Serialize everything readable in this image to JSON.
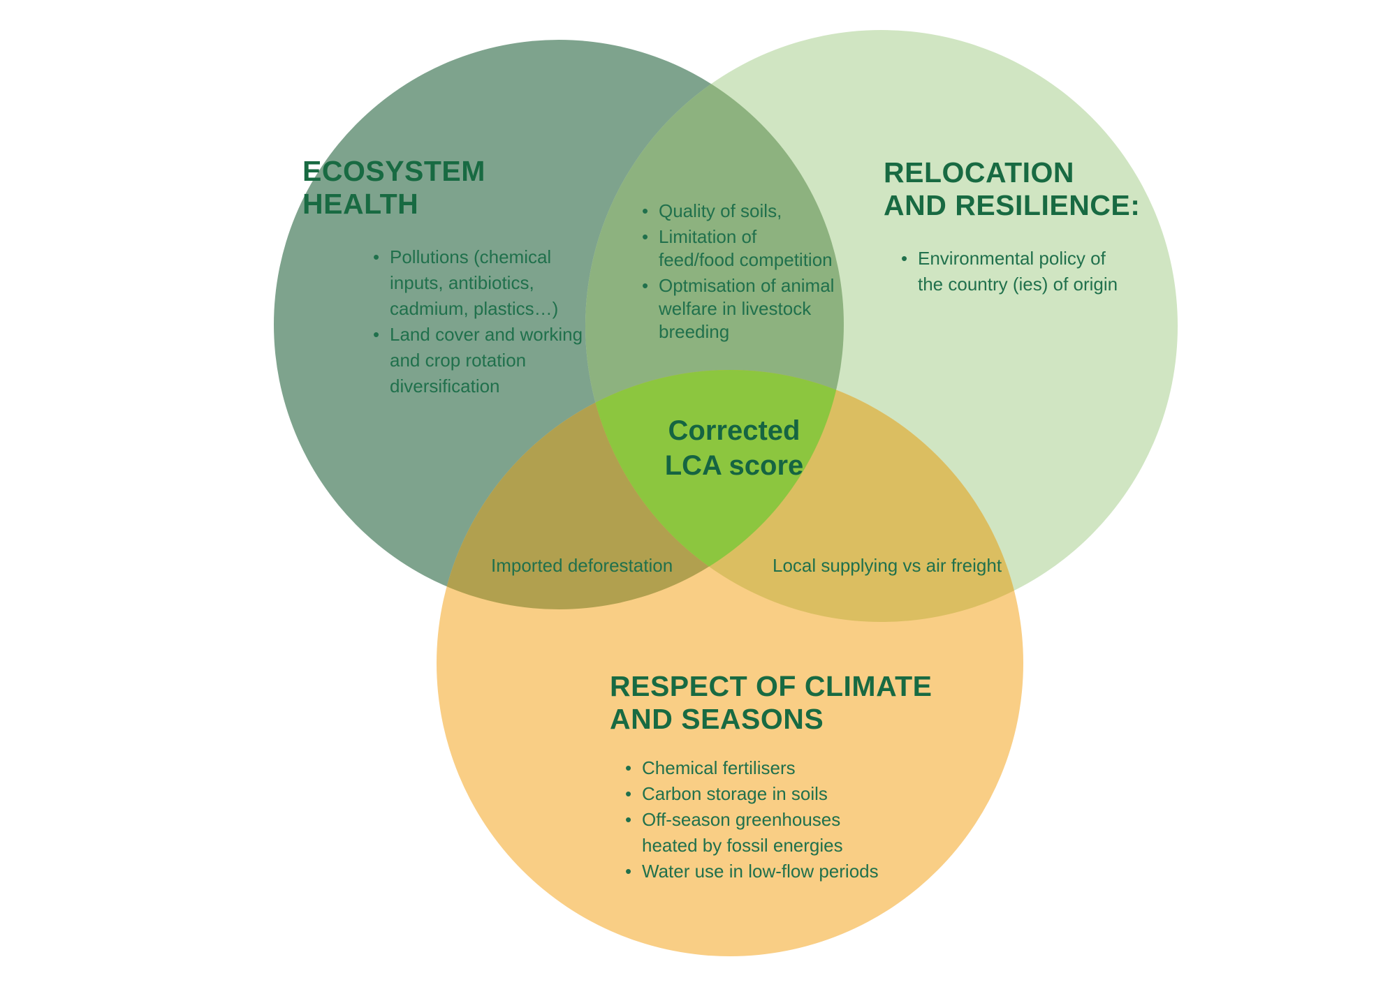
{
  "colors": {
    "left_circle": "#7EA38D",
    "right_circle": "#D0E5C2",
    "bottom_circle": "#F9CE85",
    "left_right_overlap": "#8DB27F",
    "left_bottom_overlap": "#B1A04F",
    "right_bottom_overlap": "#DBBE61",
    "center_overlap": "#8CC63F",
    "title_text": "#186A42",
    "body_text": "#20704C"
  },
  "venn": {
    "left": {
      "title": "ECOSYSTEM\nHEALTH",
      "bullets": [
        "Pollutions (chemical\ninputs, antibiotics,\ncadmium, plastics…)",
        "Land cover and working\nand crop rotation\ndiversification"
      ]
    },
    "right": {
      "title": "RELOCATION\nAND RESILIENCE:",
      "bullets": [
        "Environmental policy of\nthe country (ies) of origin"
      ]
    },
    "bottom": {
      "title": "RESPECT OF CLIMATE\nAND SEASONS",
      "bullets": [
        "Chemical fertilisers",
        "Carbon storage in soils",
        "Off-season greenhouses\nheated by fossil energies",
        "Water use in low-flow periods"
      ]
    },
    "left_right": {
      "bullets": [
        "Quality of soils,",
        "Limitation of\nfeed/food competition",
        "Optmisation of animal\nwelfare in livestock\nbreeding"
      ]
    },
    "left_bottom": {
      "label": "Imported deforestation"
    },
    "right_bottom": {
      "label": "Local supplying vs air freight"
    },
    "center": {
      "label": "Corrected\nLCA score"
    }
  }
}
